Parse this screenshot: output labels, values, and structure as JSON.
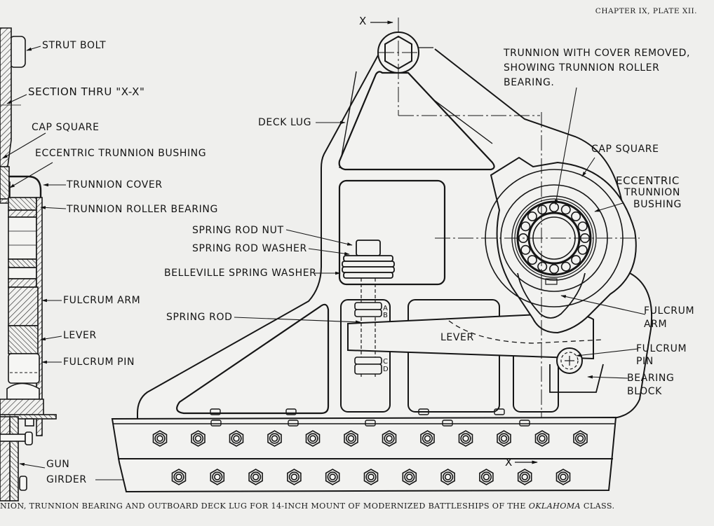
{
  "header": "CHAPTER IX, PLATE XII.",
  "caption": {
    "prefix": "NION, TRUNNION BEARING AND OUTBOARD DECK LUG FOR 14-INCH MOUNT OF MODERNIZED BATTLESHIPS OF THE ",
    "italic": "OKLAHOMA",
    "suffix": " CLASS."
  },
  "section_view": {
    "title": "SECTION THRU \"X-X\"",
    "labels": {
      "strut_bolt": "STRUT BOLT",
      "section": "SECTION THRU \"X-X\"",
      "cap_square": "CAP SQUARE",
      "eccentric_bushing": "ECCENTRIC TRUNNION BUSHING",
      "trunnion_cover": "TRUNNION COVER",
      "roller_bearing": "TRUNNION ROLLER BEARING",
      "fulcrum_arm": "FULCRUM ARM",
      "lever": "LEVER",
      "fulcrum_pin": "FULCRUM PIN",
      "gun_girder_1": "GUN",
      "gun_girder_2": "GIRDER"
    }
  },
  "elevation_view": {
    "section_marker": "X",
    "labels": {
      "deck_lug": "DECK LUG",
      "spring_rod_nut": "SPRING ROD NUT",
      "spring_rod_washer": "SPRING ROD WASHER",
      "belleville": "BELLEVILLE SPRING WASHER",
      "spring_rod": "SPRING ROD",
      "nut_a": "A",
      "nut_b": "B",
      "nut_c": "C",
      "nut_d": "D",
      "lever": "LEVER",
      "trunnion_note": "TRUNNION WITH COVER REMOVED, SHOWING TRUNNION ROLLER BEARING.",
      "cap_square": "CAP SQUARE",
      "eccentric_1": "ECCENTRIC",
      "eccentric_2": "TRUNNION",
      "eccentric_3": "BUSHING",
      "fulcrum_arm_1": "FULCRUM",
      "fulcrum_arm_2": "ARM",
      "fulcrum_pin_1": "FULCRUM",
      "fulcrum_pin_2": "PIN",
      "bearing_block_1": "BEARING",
      "bearing_block_2": "BLOCK"
    },
    "girder_nuts_upper_count": 12,
    "girder_nuts_lower_count": 11,
    "roller_count": 16
  }
}
